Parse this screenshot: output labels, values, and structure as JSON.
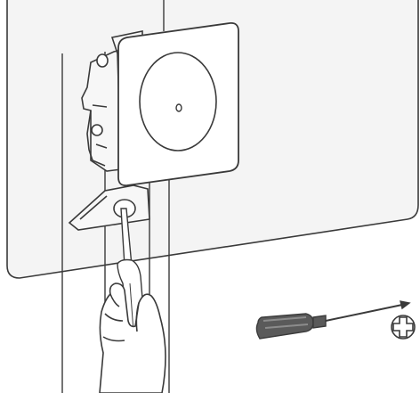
{
  "illustration": {
    "subject": "installation-step",
    "colors": {
      "line": "#3a3a3a",
      "panel_fill": "#f2f2f2",
      "background": "#ffffff",
      "handle_fill": "#5a5a5a",
      "handle_light": "#8c8c8c"
    },
    "icons": [
      "wall-panel",
      "mounting-bracket",
      "round-speaker-plate",
      "hand-with-screwdriver",
      "phillips-screwdriver-icon",
      "phillips-tip-icon"
    ]
  }
}
